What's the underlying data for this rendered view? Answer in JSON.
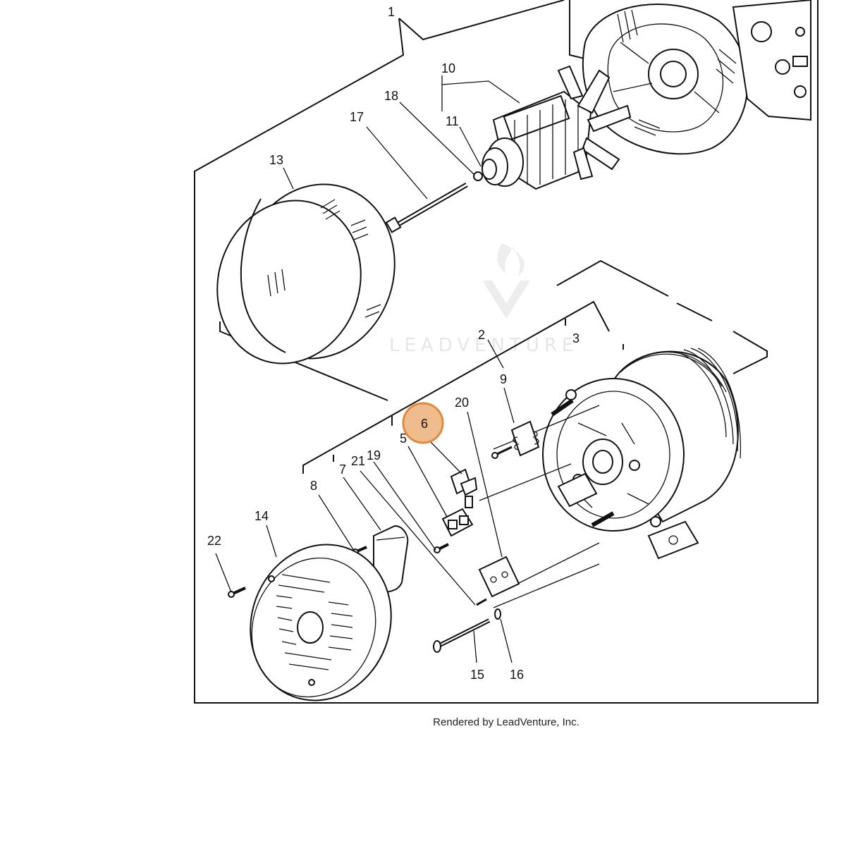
{
  "callouts": [
    "1",
    "2",
    "3",
    "5",
    "6",
    "7",
    "8",
    "9",
    "10",
    "11",
    "13",
    "14",
    "15",
    "16",
    "17",
    "18",
    "19",
    "20",
    "21",
    "22"
  ],
  "highlight": {
    "label": "6",
    "color": "#E8A05C"
  },
  "watermark": {
    "text": "LEADVENTURE"
  },
  "footer": {
    "credit": "Rendered by LeadVenture, Inc."
  }
}
